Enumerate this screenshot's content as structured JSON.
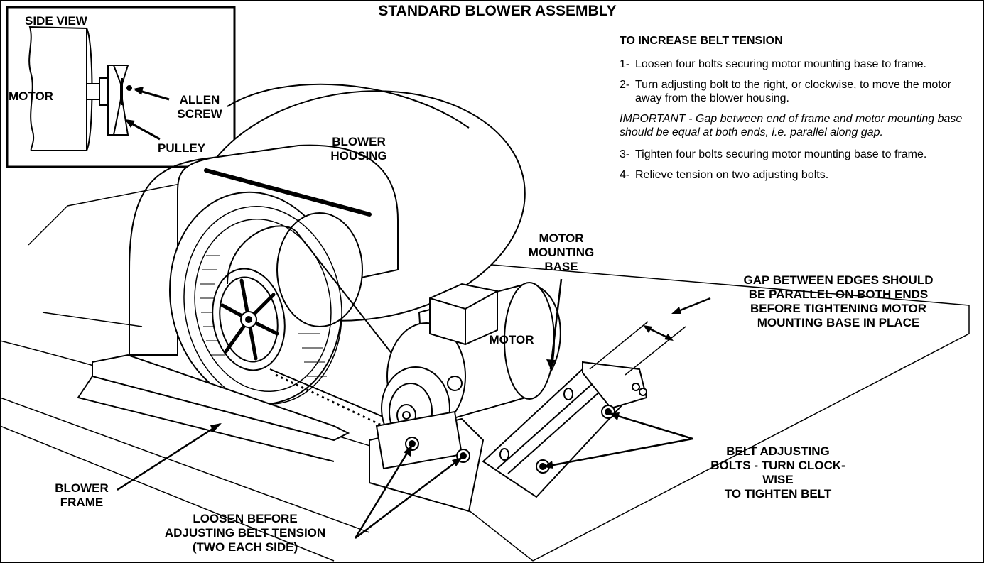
{
  "title": "STANDARD BLOWER ASSEMBLY",
  "side_view": {
    "heading": "SIDE VIEW",
    "motor": "MOTOR",
    "allen_screw": "ALLEN\nSCREW",
    "pulley": "PULLEY"
  },
  "labels": {
    "blower_housing": "BLOWER\nHOUSING",
    "motor_mounting_base": "MOTOR\nMOUNTING\nBASE",
    "motor": "MOTOR",
    "blower_frame": "BLOWER\nFRAME",
    "loosen": "LOOSEN BEFORE\nADJUSTING BELT TENSION\n(TWO EACH SIDE)",
    "gap": "GAP BETWEEN EDGES SHOULD\nBE PARALLEL ON BOTH ENDS\nBEFORE TIGHTENING MOTOR\nMOUNTING BASE IN PLACE",
    "belt_bolts": "BELT ADJUSTING\nBOLTS - TURN CLOCK-\nWISE\nTO TIGHTEN BELT"
  },
  "instructions": {
    "heading": "TO INCREASE BELT TENSION",
    "steps": [
      {
        "num": "1-",
        "text": "Loosen four bolts securing motor mounting base to frame."
      },
      {
        "num": "2-",
        "text": "Turn adjusting bolt to the right, or clockwise, to move the motor away from the blower housing."
      },
      {
        "num": "3-",
        "text": "Tighten four bolts securing motor mounting base to frame."
      },
      {
        "num": "4-",
        "text": "Relieve tension on two adjusting bolts."
      }
    ],
    "important": "IMPORTANT - Gap between end of frame and motor mounting base should be equal at both ends, i.e. parallel along gap."
  }
}
